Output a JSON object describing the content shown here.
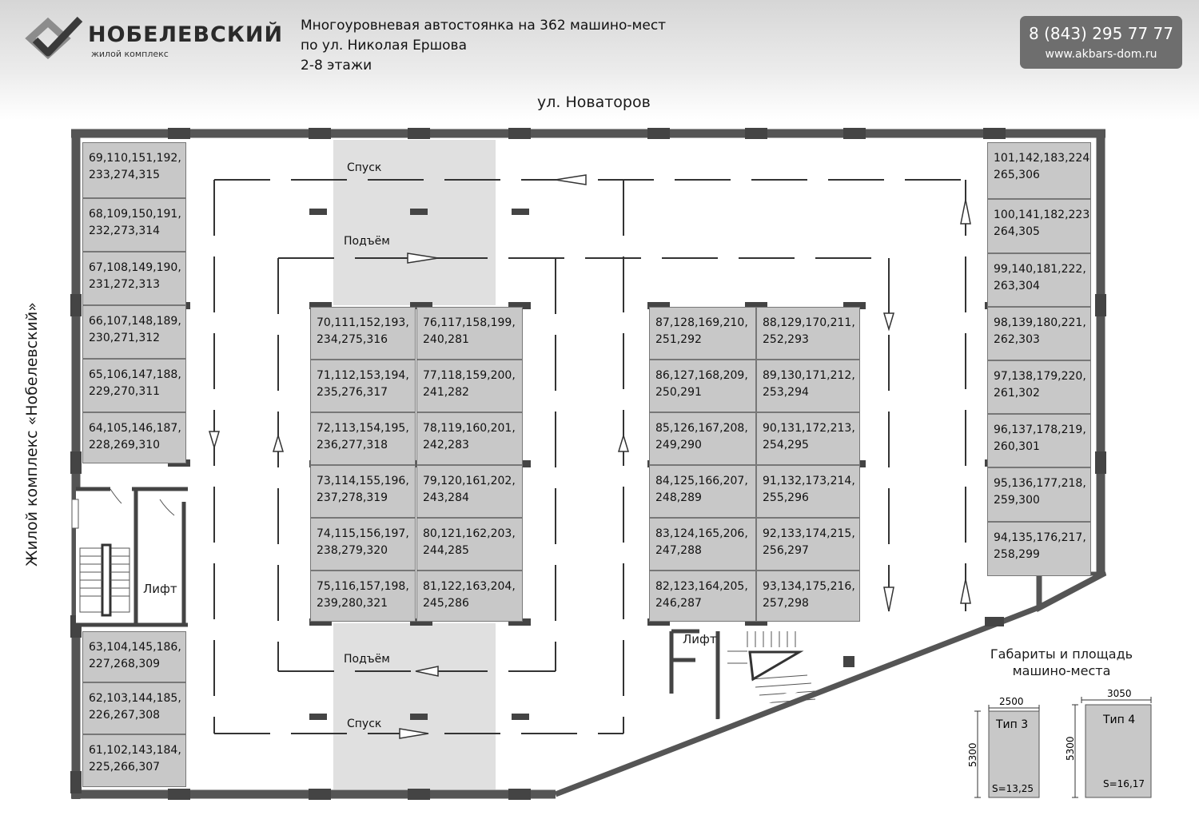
{
  "header": {
    "brand_name": "НОБЕЛЕВСКИЙ",
    "brand_subtitle": "жилой комплекс",
    "title_line1": "Многоуровневая автостоянка на 362 машино-мест",
    "title_line2": "по ул. Николая Ершова",
    "title_line3": "2-8 этажи",
    "phone": "8 (843) 295 77 77",
    "website": "www.akbars-dom.ru",
    "logo_icon": "checkmark-logo-icon"
  },
  "streets": {
    "top": "ул. Новаторов",
    "left": "Жилой комплекс «Нобелевский»"
  },
  "ramps": {
    "descent_top": "Спуск",
    "ascent_top": "Подъём",
    "ascent_bottom": "Подъём",
    "descent_bottom": "Спуск"
  },
  "lifts": {
    "left": "Лифт",
    "center": "Лифт"
  },
  "spaces": {
    "left_top": [
      "69,110,151,192,\n233,274,315",
      "68,109,150,191,\n232,273,314",
      "67,108,149,190,\n231,272,313",
      "66,107,148,189,\n230,271,312",
      "65,106,147,188,\n229,270,311",
      "64,105,146,187,\n228,269,310"
    ],
    "left_bottom": [
      "63,104,145,186,\n227,268,309",
      "62,103,144,185,\n226,267,308",
      "61,102,143,184,\n225,266,307"
    ],
    "center_a": [
      "70,111,152,193,\n234,275,316",
      "71,112,153,194,\n235,276,317",
      "72,113,154,195,\n236,277,318",
      "73,114,155,196,\n237,278,319",
      "74,115,156,197,\n238,279,320",
      "75,116,157,198,\n239,280,321"
    ],
    "center_b": [
      "76,117,158,199,\n240,281",
      "77,118,159,200,\n241,282",
      "78,119,160,201,\n242,283",
      "79,120,161,202,\n243,284",
      "80,121,162,203,\n244,285",
      "81,122,163,204,\n245,286"
    ],
    "right_a": [
      "87,128,169,210,\n251,292",
      "86,127,168,209,\n250,291",
      "85,126,167,208,\n249,290",
      "84,125,166,207,\n248,289",
      "83,124,165,206,\n247,288",
      "82,123,164,205,\n246,287"
    ],
    "right_b": [
      "88,129,170,211,\n252,293",
      "89,130,171,212,\n253,294",
      "90,131,172,213,\n254,295",
      "91,132,173,214,\n255,296",
      "92,133,174,215,\n256,297",
      "93,134,175,216,\n257,298"
    ],
    "far_right": [
      "101,142,183,224,\n265,306",
      "100,141,182,223,\n264,305",
      "99,140,181,222,\n263,304",
      "98,139,180,221,\n262,303",
      "97,138,179,220,\n261,302",
      "96,137,178,219,\n260,301",
      "95,136,177,218,\n259,300",
      "94,135,176,217,\n258,299"
    ]
  },
  "legend": {
    "title": "Габариты и площадь\nмашино-места",
    "type3": {
      "label": "Тип 3",
      "width": "2500",
      "length": "5300",
      "area": "S=13,25"
    },
    "type4": {
      "label": "Тип 4",
      "width": "3050",
      "length": "5300",
      "area": "S=16,17"
    }
  },
  "colors": {
    "space_fill": "#c8c8c8",
    "ramp_fill": "#e0e0e0",
    "wall": "#555555",
    "column": "#444444",
    "contact_bg": "#6e6e6e"
  }
}
